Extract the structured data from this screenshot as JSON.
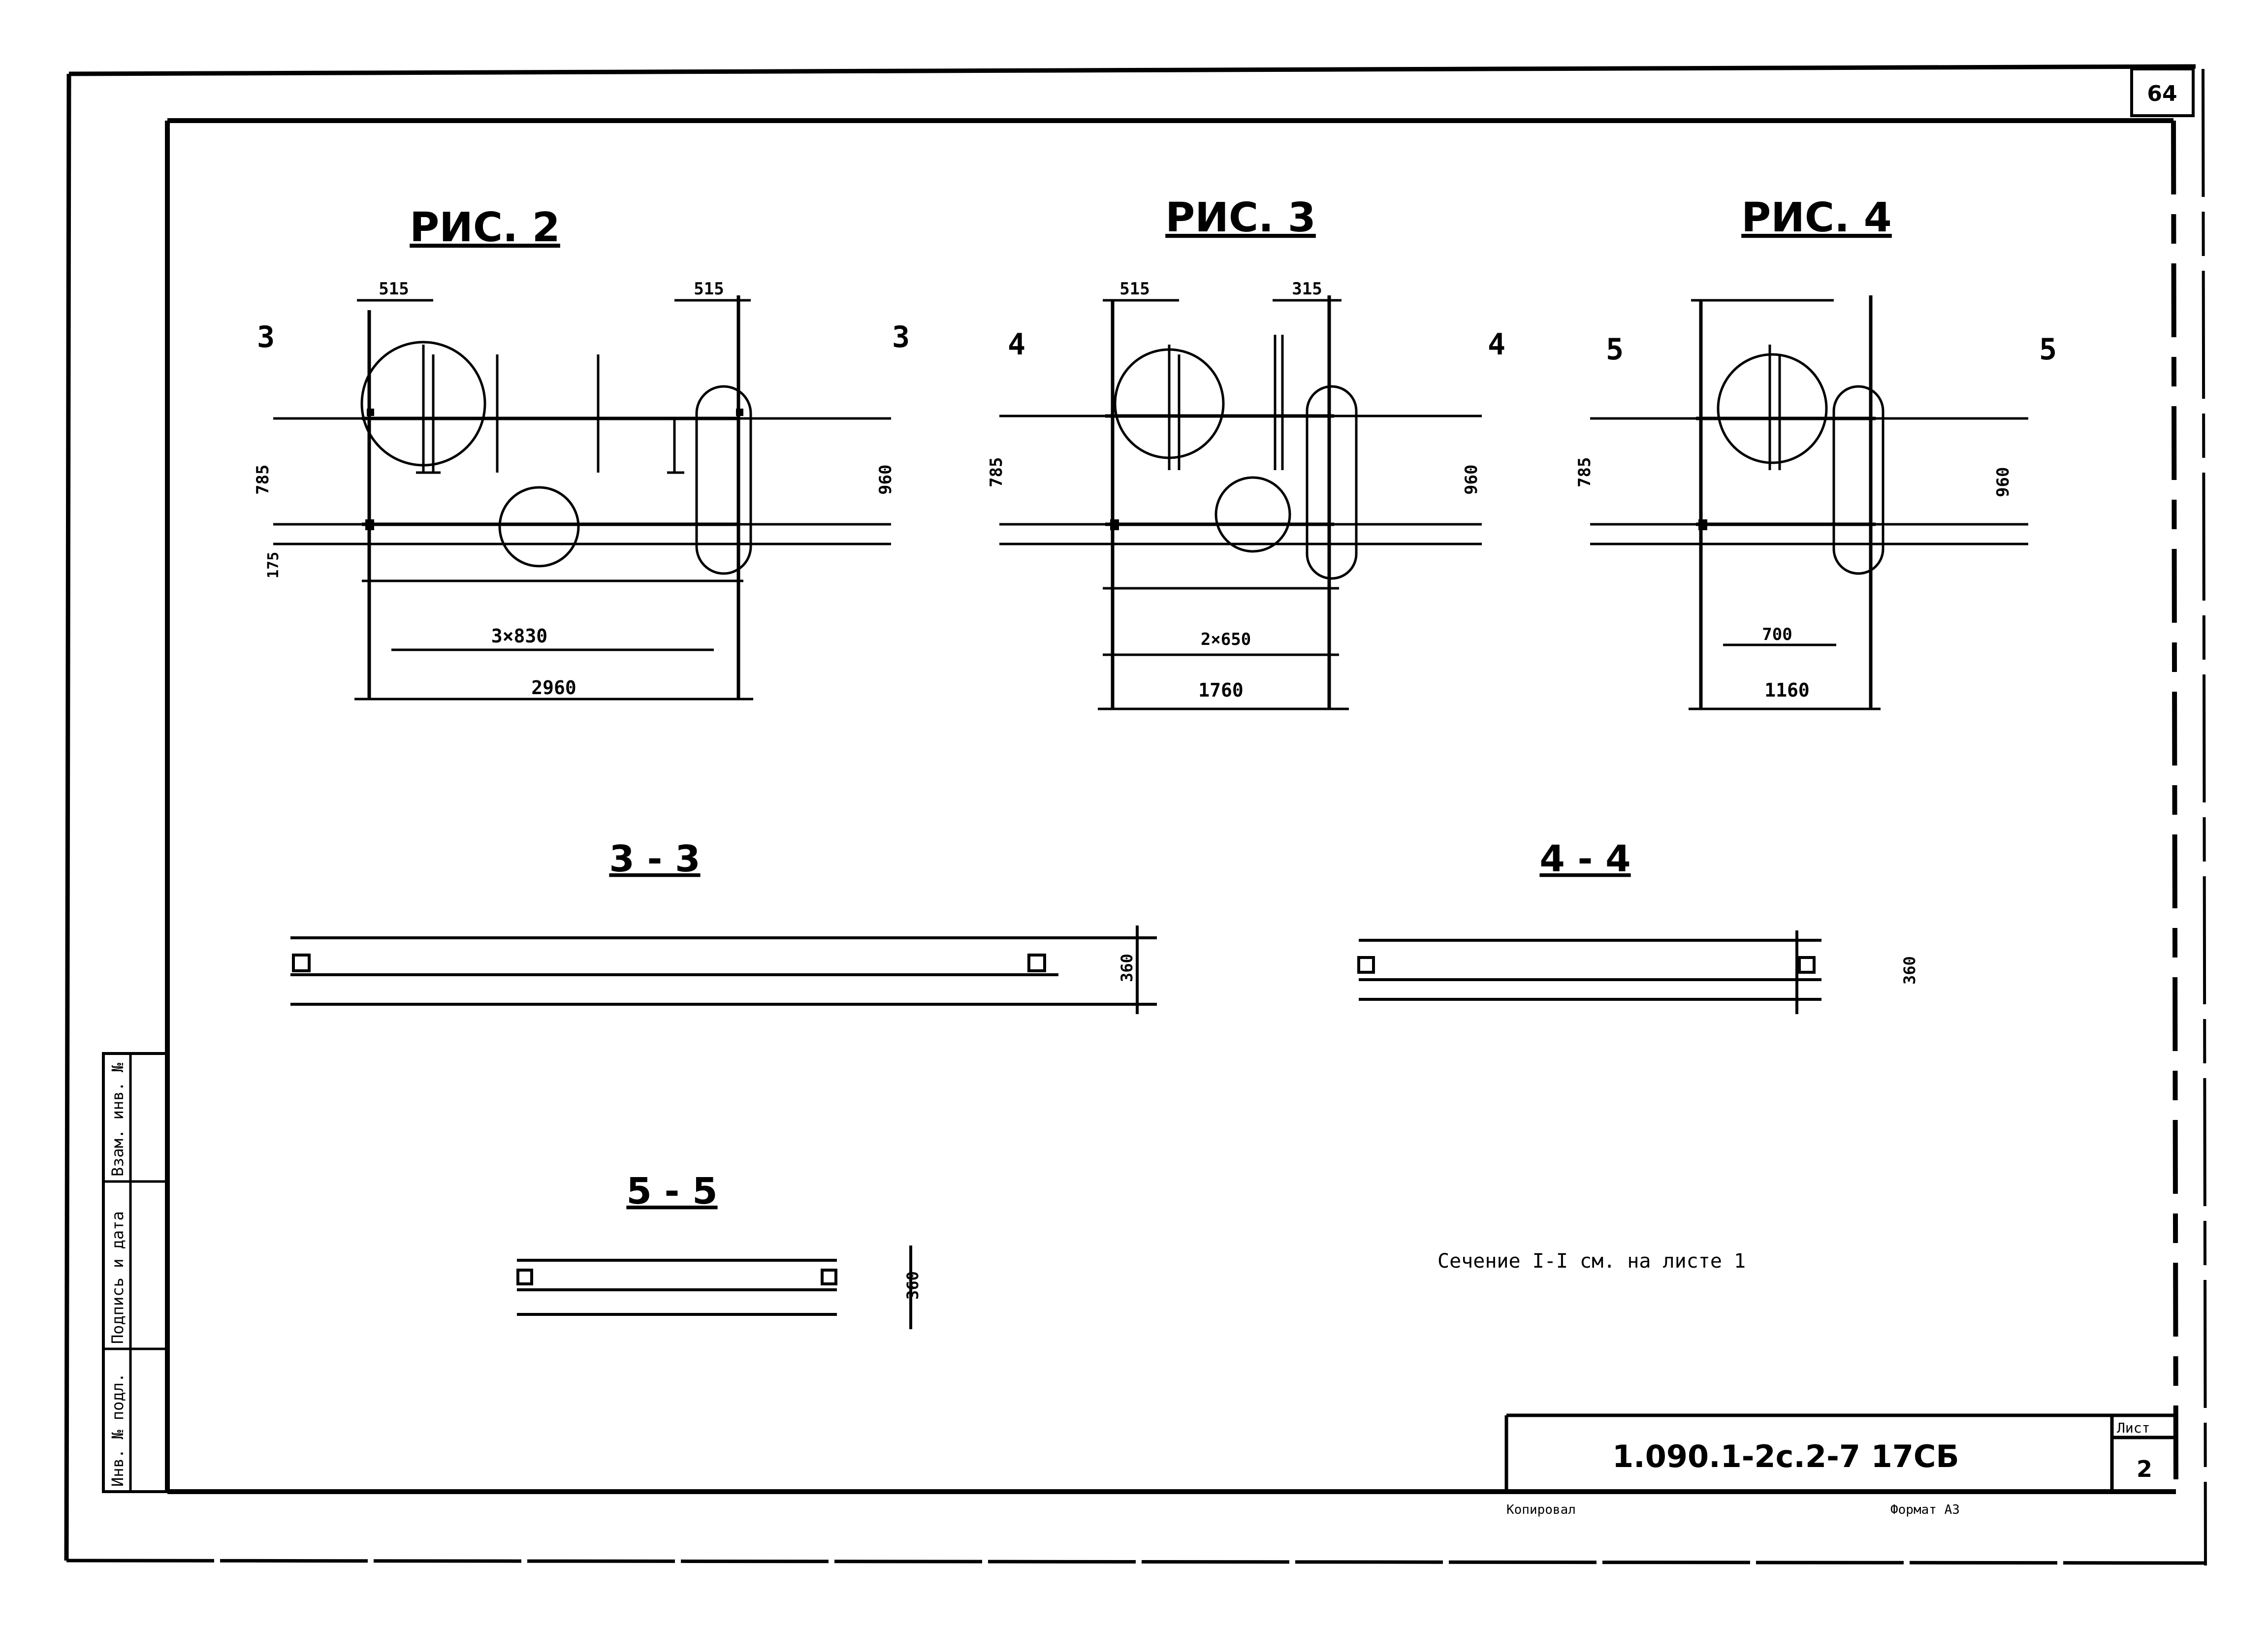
{
  "sheet_number_top": "64",
  "document_code": "1.090.1-2с.2-7   17СБ",
  "list_label": "Лист",
  "list_number": "2",
  "copied_label": "Копировал",
  "format_label": "Формат А3",
  "stamp_fields": [
    "Инв. № подл.",
    "Подпись и дата",
    "Взам. инв. №"
  ],
  "note": "Сечение I-I см. на листе 1",
  "figures": {
    "fig2": {
      "title": "РИС. 2"
    },
    "fig3": {
      "title": "РИС. 3"
    },
    "fig4": {
      "title": "РИС. 4"
    }
  },
  "sections": {
    "s33": {
      "title": "3 - 3",
      "height": "360"
    },
    "s44": {
      "title": "4 - 4",
      "height": "360"
    },
    "s55": {
      "title": "5 - 5",
      "height": "360"
    }
  }
}
